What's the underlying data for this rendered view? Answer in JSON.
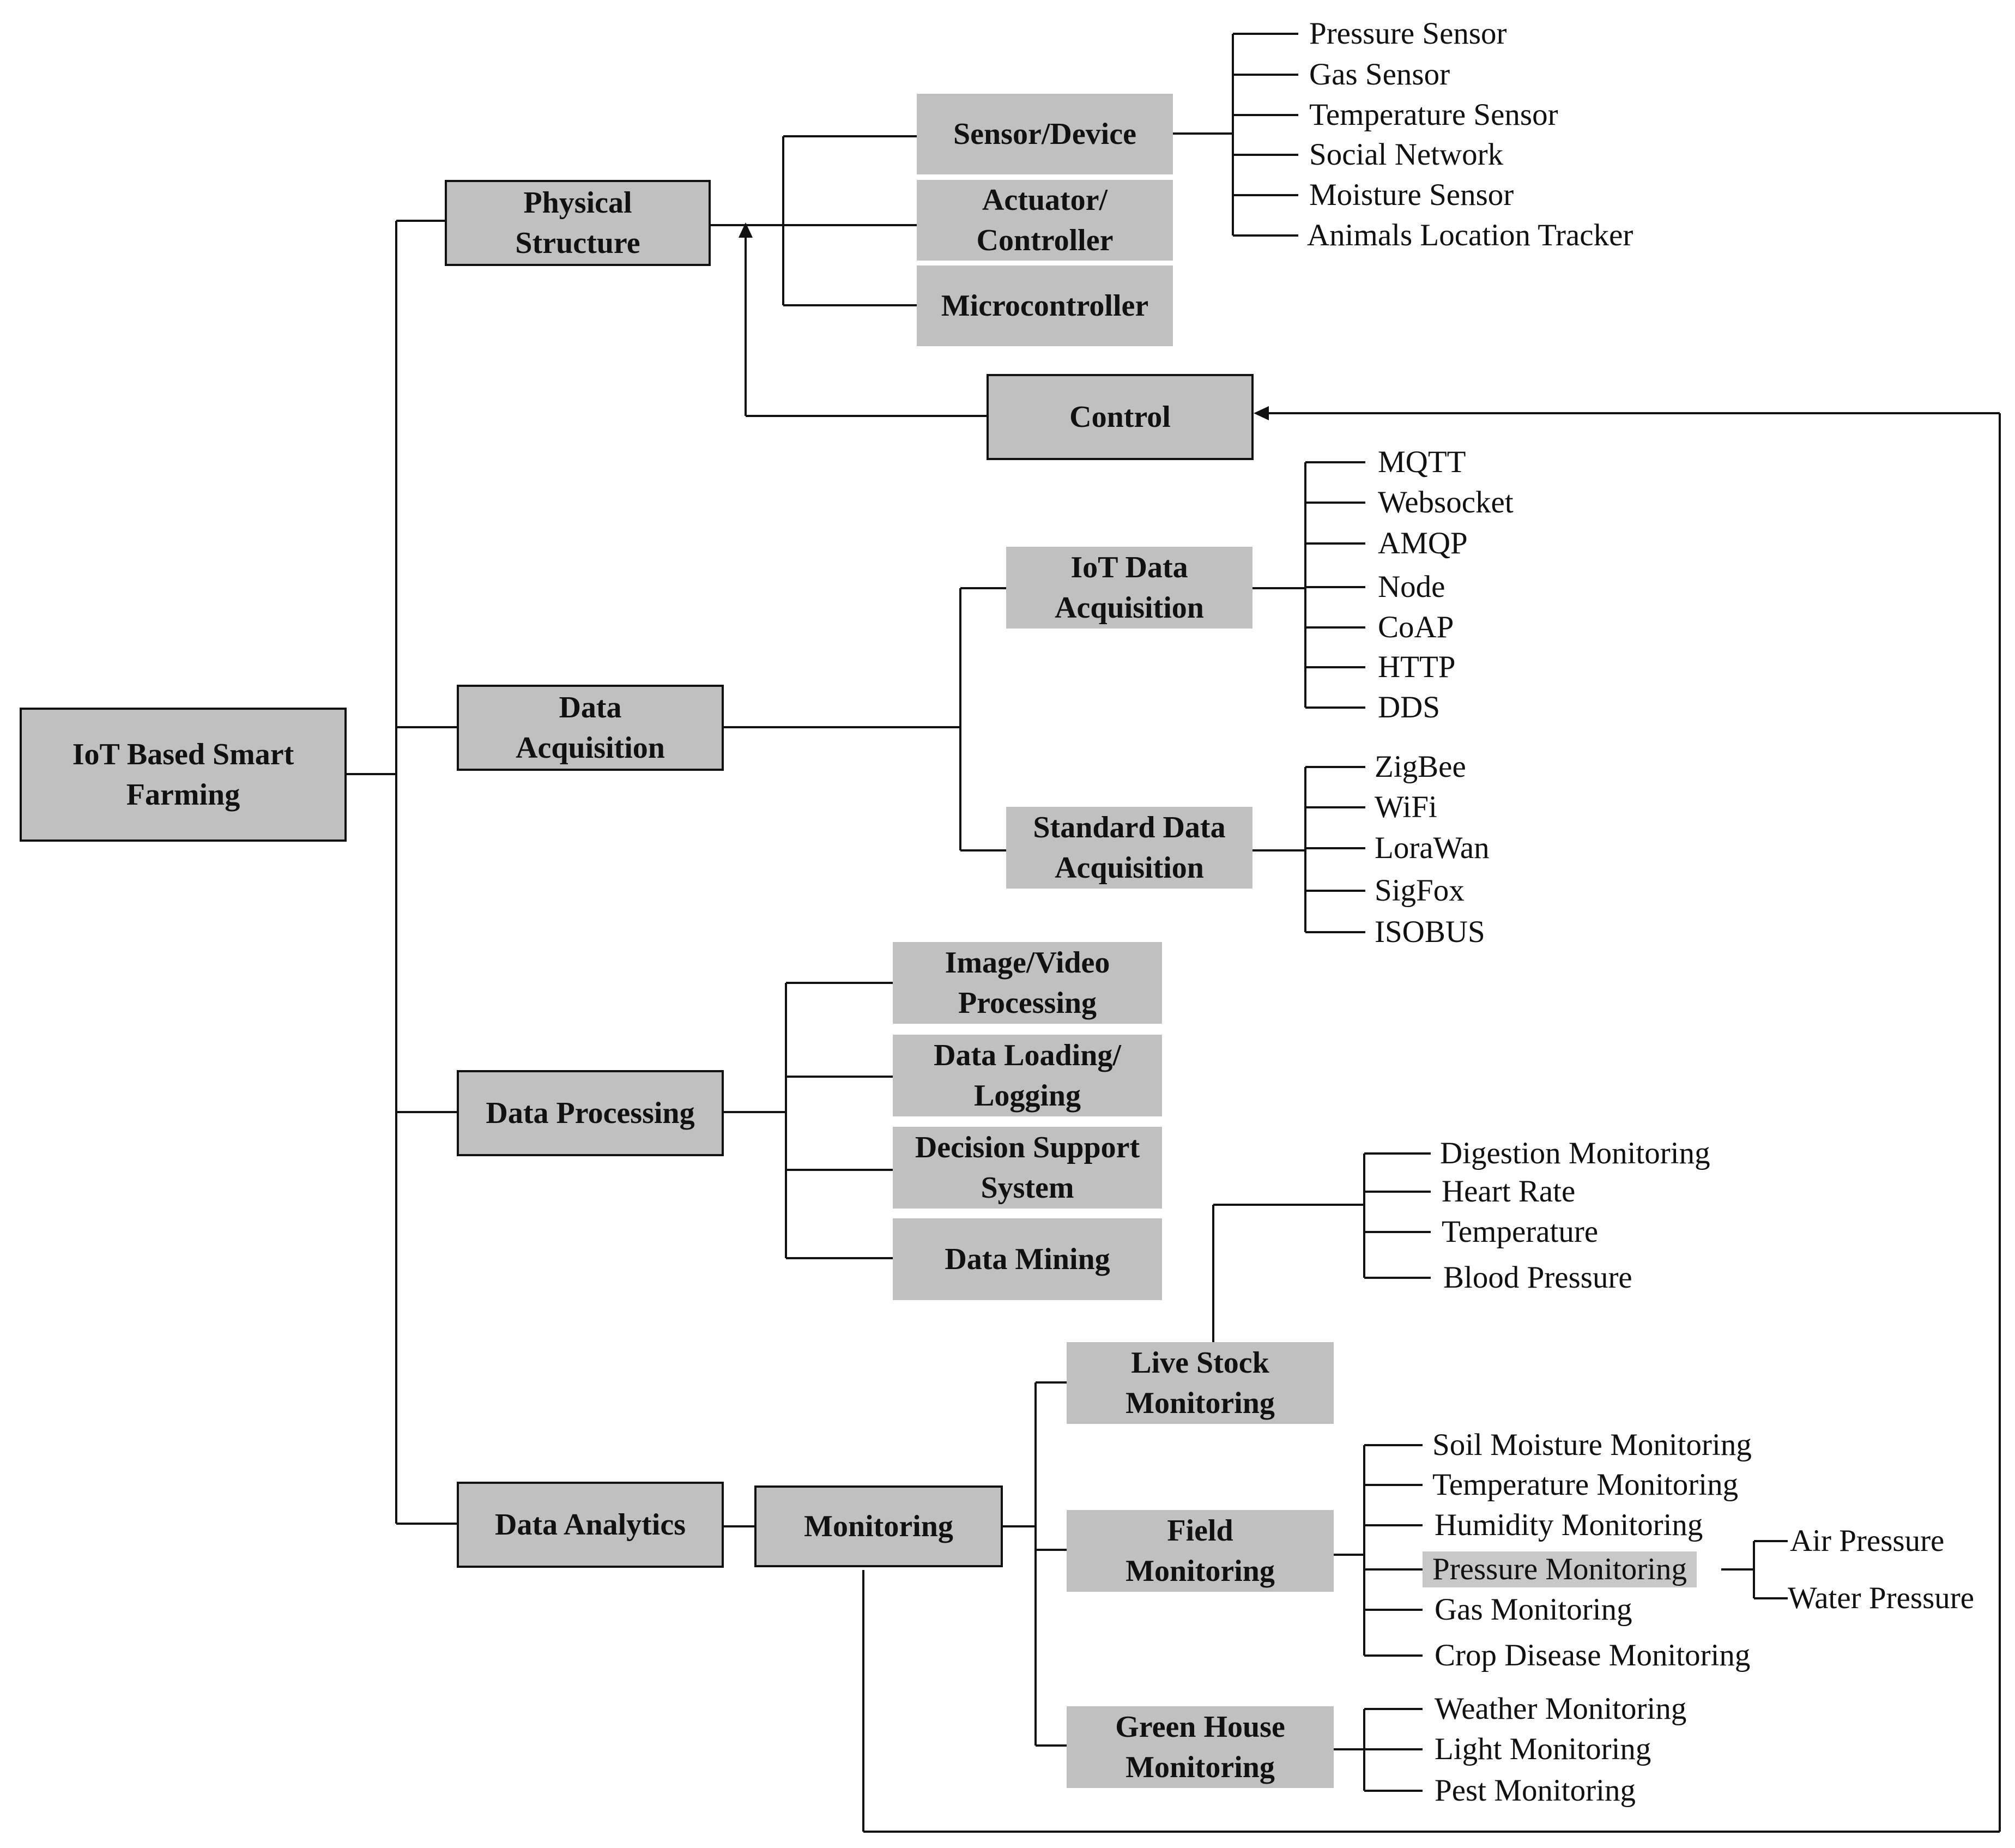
{
  "root": {
    "label": "IoT Based Smart Farming"
  },
  "physical": {
    "label": "Physical Structure",
    "sensor_device": "Sensor/Device",
    "actuator": "Actuator/ Controller",
    "microcontroller": "Microcontroller",
    "sensors": [
      "Pressure Sensor",
      "Gas Sensor",
      "Temperature Sensor",
      "Social Network",
      "Moisture Sensor",
      "Animals Location Tracker"
    ]
  },
  "control": {
    "label": "Control"
  },
  "acquisition": {
    "label": "Data Acquisition",
    "iot": {
      "label": "IoT Data Acquisition",
      "items": [
        "MQTT",
        "Websocket",
        "AMQP",
        "Node",
        "CoAP",
        "HTTP",
        "DDS"
      ]
    },
    "standard": {
      "label": "Standard Data Acquisition",
      "items": [
        "ZigBee",
        "WiFi",
        "LoraWan",
        "SigFox",
        "ISOBUS"
      ]
    }
  },
  "processing": {
    "label": "Data Processing",
    "items": [
      "Image/Video Processing",
      "Data Loading/ Logging",
      "Decision Support System",
      "Data Mining"
    ]
  },
  "analytics": {
    "label": "Data Analytics"
  },
  "monitoring": {
    "label": "Monitoring",
    "livestock": {
      "label": "Live Stock Monitoring",
      "items": [
        "Digestion Monitoring",
        "Heart Rate",
        "Temperature",
        "Blood Pressure"
      ]
    },
    "field": {
      "label": "Field Monitoring",
      "items": [
        "Soil Moisture Monitoring",
        "Temperature Monitoring",
        "Humidity Monitoring",
        "Pressure Monitoring",
        "Gas Monitoring",
        "Crop Disease Monitoring"
      ],
      "pressure_items": [
        "Air Pressure",
        "Water Pressure"
      ]
    },
    "greenhouse": {
      "label": "Green House Monitoring",
      "items": [
        "Weather Monitoring",
        "Light Monitoring",
        "Pest Monitoring"
      ]
    }
  }
}
